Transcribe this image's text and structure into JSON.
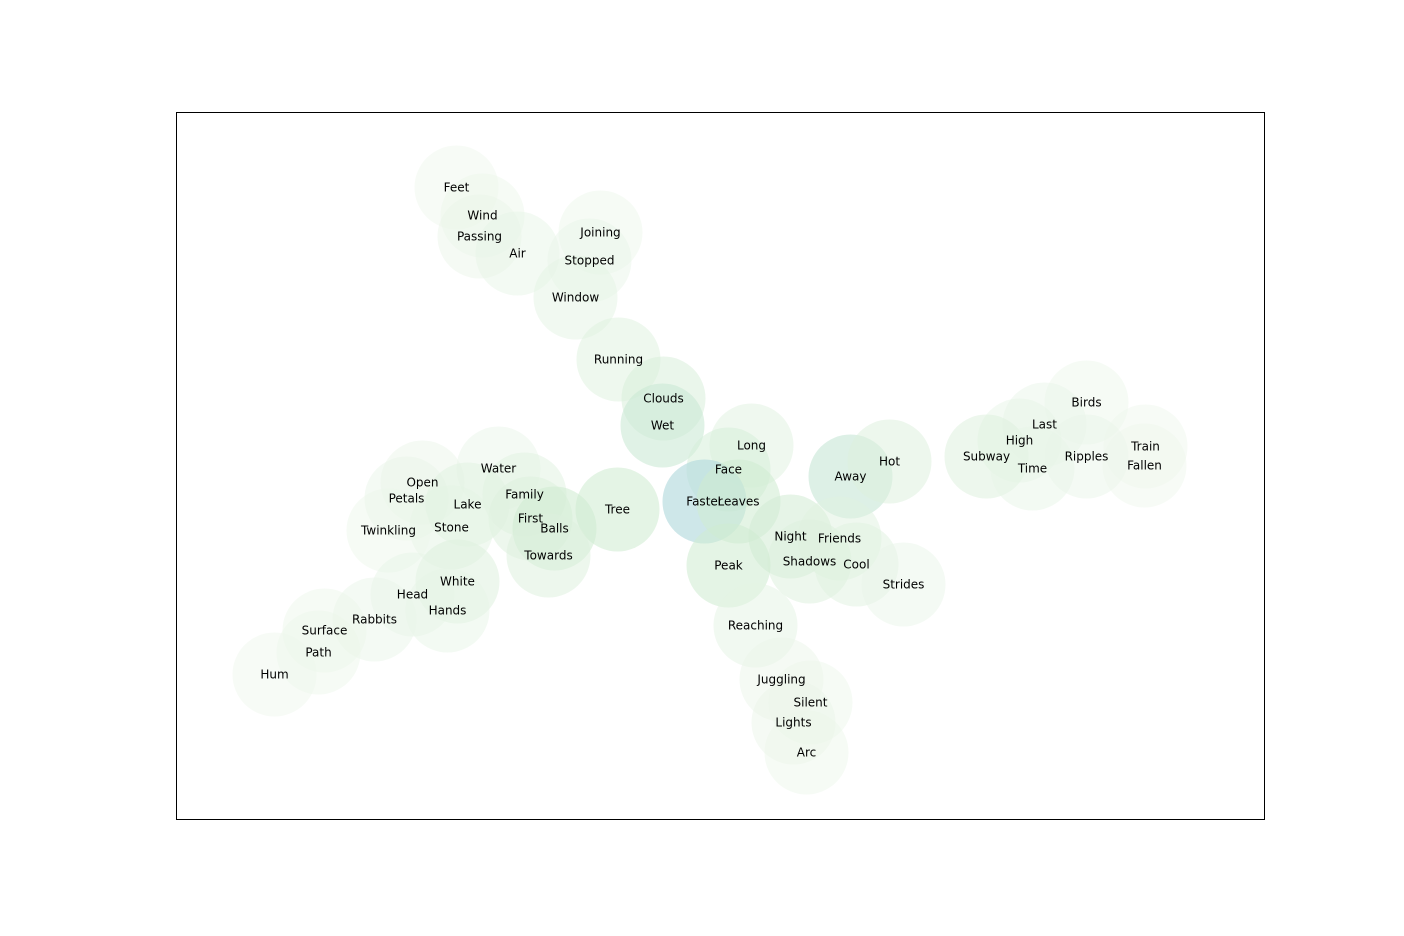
{
  "chart_data": {
    "type": "scatter",
    "title": "",
    "xlabel": "",
    "ylabel": "",
    "xlim": [
      0,
      1088
    ],
    "ylim": [
      0,
      707
    ],
    "axis_ticks": "none",
    "grid": false,
    "legend": "none",
    "marker": "circle",
    "colormap": {
      "low": "#f1f8ee",
      "mid": "#cfebd2",
      "high": "#a9d3e3"
    },
    "points": [
      {
        "label": "Feet",
        "x": 280,
        "y": 632,
        "weight": 0.05
      },
      {
        "label": "Wind",
        "x": 306,
        "y": 604,
        "weight": 0.08
      },
      {
        "label": "Passing",
        "x": 303,
        "y": 583,
        "weight": 0.1
      },
      {
        "label": "Air",
        "x": 341,
        "y": 566,
        "weight": 0.15
      },
      {
        "label": "Joining",
        "x": 424,
        "y": 587,
        "weight": 0.08
      },
      {
        "label": "Stopped",
        "x": 413,
        "y": 559,
        "weight": 0.12
      },
      {
        "label": "Window",
        "x": 399,
        "y": 522,
        "weight": 0.2
      },
      {
        "label": "Running",
        "x": 442,
        "y": 460,
        "weight": 0.28
      },
      {
        "label": "Clouds",
        "x": 487,
        "y": 421,
        "weight": 0.35
      },
      {
        "label": "Wet",
        "x": 486,
        "y": 394,
        "weight": 0.55
      },
      {
        "label": "Long",
        "x": 575,
        "y": 374,
        "weight": 0.25
      },
      {
        "label": "Face",
        "x": 552,
        "y": 350,
        "weight": 0.4
      },
      {
        "label": "Faster",
        "x": 528,
        "y": 318,
        "weight": 0.85
      },
      {
        "label": "Leaves",
        "x": 562,
        "y": 318,
        "weight": 0.5
      },
      {
        "label": "Tree",
        "x": 441,
        "y": 310,
        "weight": 0.5
      },
      {
        "label": "Away",
        "x": 674,
        "y": 343,
        "weight": 0.6
      },
      {
        "label": "Hot",
        "x": 713,
        "y": 358,
        "weight": 0.3
      },
      {
        "label": "Night",
        "x": 614,
        "y": 283,
        "weight": 0.45
      },
      {
        "label": "Friends",
        "x": 663,
        "y": 281,
        "weight": 0.25
      },
      {
        "label": "Shadows",
        "x": 633,
        "y": 258,
        "weight": 0.3
      },
      {
        "label": "Cool",
        "x": 680,
        "y": 255,
        "weight": 0.25
      },
      {
        "label": "Strides",
        "x": 727,
        "y": 235,
        "weight": 0.12
      },
      {
        "label": "Peak",
        "x": 552,
        "y": 254,
        "weight": 0.5
      },
      {
        "label": "Reaching",
        "x": 579,
        "y": 194,
        "weight": 0.2
      },
      {
        "label": "Juggling",
        "x": 605,
        "y": 140,
        "weight": 0.1
      },
      {
        "label": "Silent",
        "x": 634,
        "y": 117,
        "weight": 0.08
      },
      {
        "label": "Lights",
        "x": 617,
        "y": 97,
        "weight": 0.1
      },
      {
        "label": "Arc",
        "x": 630,
        "y": 67,
        "weight": 0.08
      },
      {
        "label": "Birds",
        "x": 910,
        "y": 417,
        "weight": 0.08
      },
      {
        "label": "Last",
        "x": 868,
        "y": 395,
        "weight": 0.12
      },
      {
        "label": "High",
        "x": 843,
        "y": 379,
        "weight": 0.15
      },
      {
        "label": "Subway",
        "x": 810,
        "y": 363,
        "weight": 0.3
      },
      {
        "label": "Time",
        "x": 856,
        "y": 351,
        "weight": 0.15
      },
      {
        "label": "Ripples",
        "x": 910,
        "y": 363,
        "weight": 0.12
      },
      {
        "label": "Train",
        "x": 969,
        "y": 373,
        "weight": 0.05
      },
      {
        "label": "Fallen",
        "x": 968,
        "y": 354,
        "weight": 0.05
      },
      {
        "label": "Water",
        "x": 322,
        "y": 351,
        "weight": 0.12
      },
      {
        "label": "Open",
        "x": 246,
        "y": 337,
        "weight": 0.1
      },
      {
        "label": "Petals",
        "x": 230,
        "y": 321,
        "weight": 0.12
      },
      {
        "label": "Lake",
        "x": 291,
        "y": 315,
        "weight": 0.25
      },
      {
        "label": "Family",
        "x": 348,
        "y": 325,
        "weight": 0.25
      },
      {
        "label": "First",
        "x": 354,
        "y": 301,
        "weight": 0.3
      },
      {
        "label": "Balls",
        "x": 378,
        "y": 291,
        "weight": 0.5
      },
      {
        "label": "Stone",
        "x": 275,
        "y": 292,
        "weight": 0.2
      },
      {
        "label": "Twinkling",
        "x": 212,
        "y": 289,
        "weight": 0.08
      },
      {
        "label": "Towards",
        "x": 372,
        "y": 264,
        "weight": 0.3
      },
      {
        "label": "White",
        "x": 281,
        "y": 238,
        "weight": 0.3
      },
      {
        "label": "Head",
        "x": 236,
        "y": 225,
        "weight": 0.15
      },
      {
        "label": "Hands",
        "x": 271,
        "y": 209,
        "weight": 0.15
      },
      {
        "label": "Rabbits",
        "x": 198,
        "y": 200,
        "weight": 0.12
      },
      {
        "label": "Surface",
        "x": 148,
        "y": 189,
        "weight": 0.08
      },
      {
        "label": "Path",
        "x": 142,
        "y": 167,
        "weight": 0.08
      },
      {
        "label": "Hum",
        "x": 98,
        "y": 145,
        "weight": 0.05
      }
    ]
  }
}
